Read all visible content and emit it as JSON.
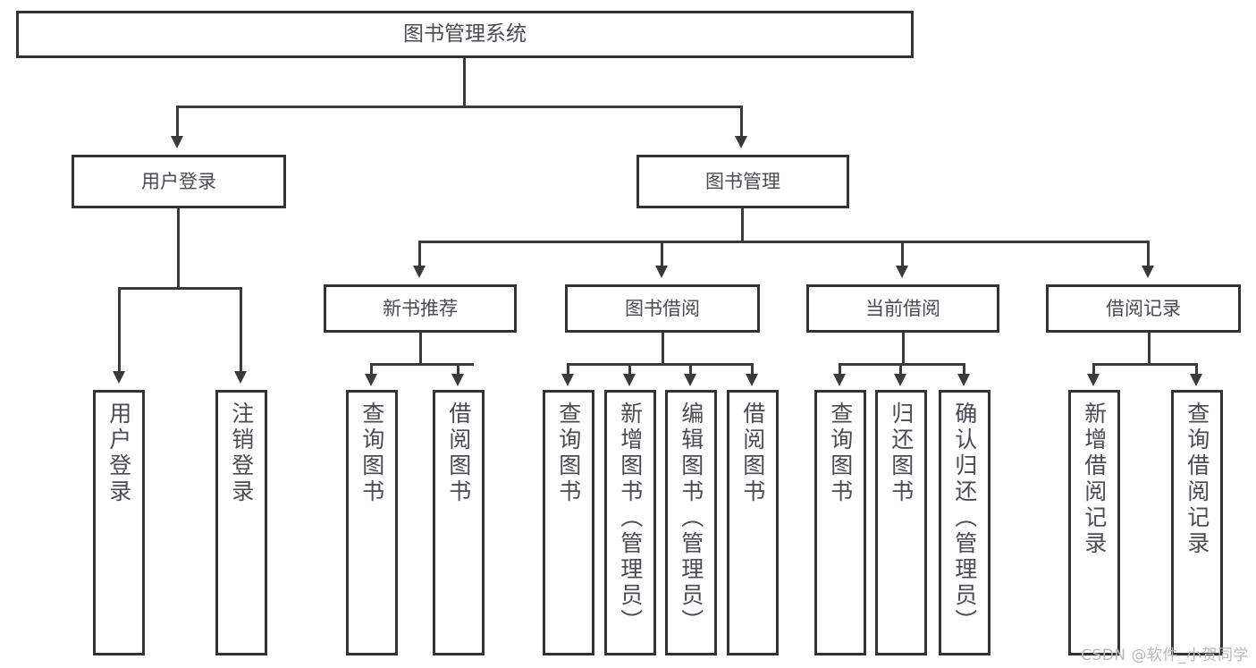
{
  "diagram": {
    "title": "图书管理系统",
    "type": "tree-hierarchy-chart",
    "root": {
      "label": "图书管理系统"
    },
    "level2": [
      {
        "label": "用户登录"
      },
      {
        "label": "图书管理"
      }
    ],
    "level3": [
      {
        "label": "新书推荐"
      },
      {
        "label": "图书借阅"
      },
      {
        "label": "当前借阅"
      },
      {
        "label": "借阅记录"
      }
    ],
    "leaves": {
      "user_login": [
        {
          "label": "用户登录"
        },
        {
          "label": "注销登录"
        }
      ],
      "new_book_recommend": [
        {
          "label": "查询图书"
        },
        {
          "label": "借阅图书"
        }
      ],
      "book_borrow": [
        {
          "label": "查询图书"
        },
        {
          "label": "新增图书（管理员）"
        },
        {
          "label": "编辑图书（管理员）"
        },
        {
          "label": "借阅图书"
        }
      ],
      "current_borrow": [
        {
          "label": "查询图书"
        },
        {
          "label": "归还图书"
        },
        {
          "label": "确认归还（管理员）"
        }
      ],
      "borrow_record": [
        {
          "label": "新增借阅记录"
        },
        {
          "label": "查询借阅记录"
        }
      ]
    }
  },
  "watermark": {
    "text": "CSDN @软件_小贺同学"
  },
  "colors": {
    "stroke": "#333333",
    "text": "#4a4a52",
    "fill": "#ffffff",
    "watermark": "#b9b9bd"
  }
}
